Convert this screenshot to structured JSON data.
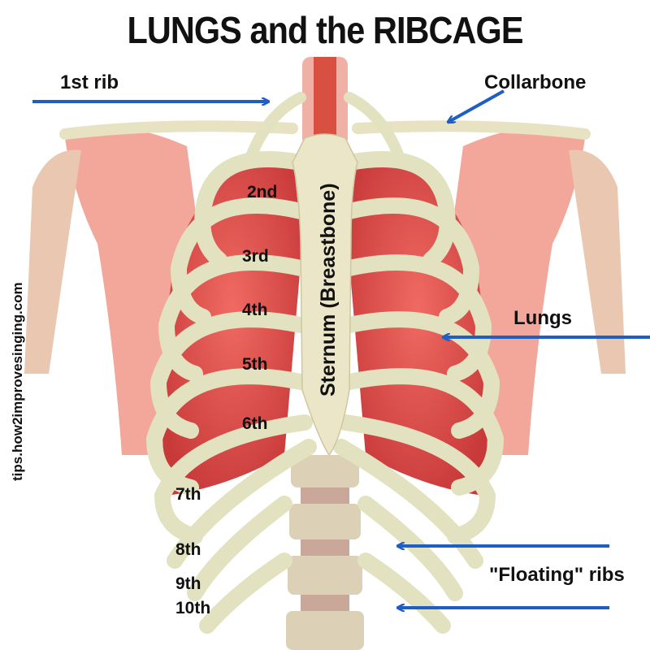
{
  "title": "LUNGS and the RIBCAGE",
  "labels": {
    "first_rib": "1st rib",
    "collarbone": "Collarbone",
    "lungs": "Lungs",
    "floating_ribs": "\"Floating\" ribs",
    "sternum": "Sternum (Breastbone)",
    "ribs": [
      "2nd",
      "3rd",
      "4th",
      "5th",
      "6th",
      "7th",
      "8th",
      "9th",
      "10th"
    ]
  },
  "watermark": "tips.how2improvesinging.com",
  "colors": {
    "arrow": "#1f5fc4",
    "lung": "#e04848",
    "bone": "#e2e2c0",
    "tissue": "#f2a79a"
  }
}
